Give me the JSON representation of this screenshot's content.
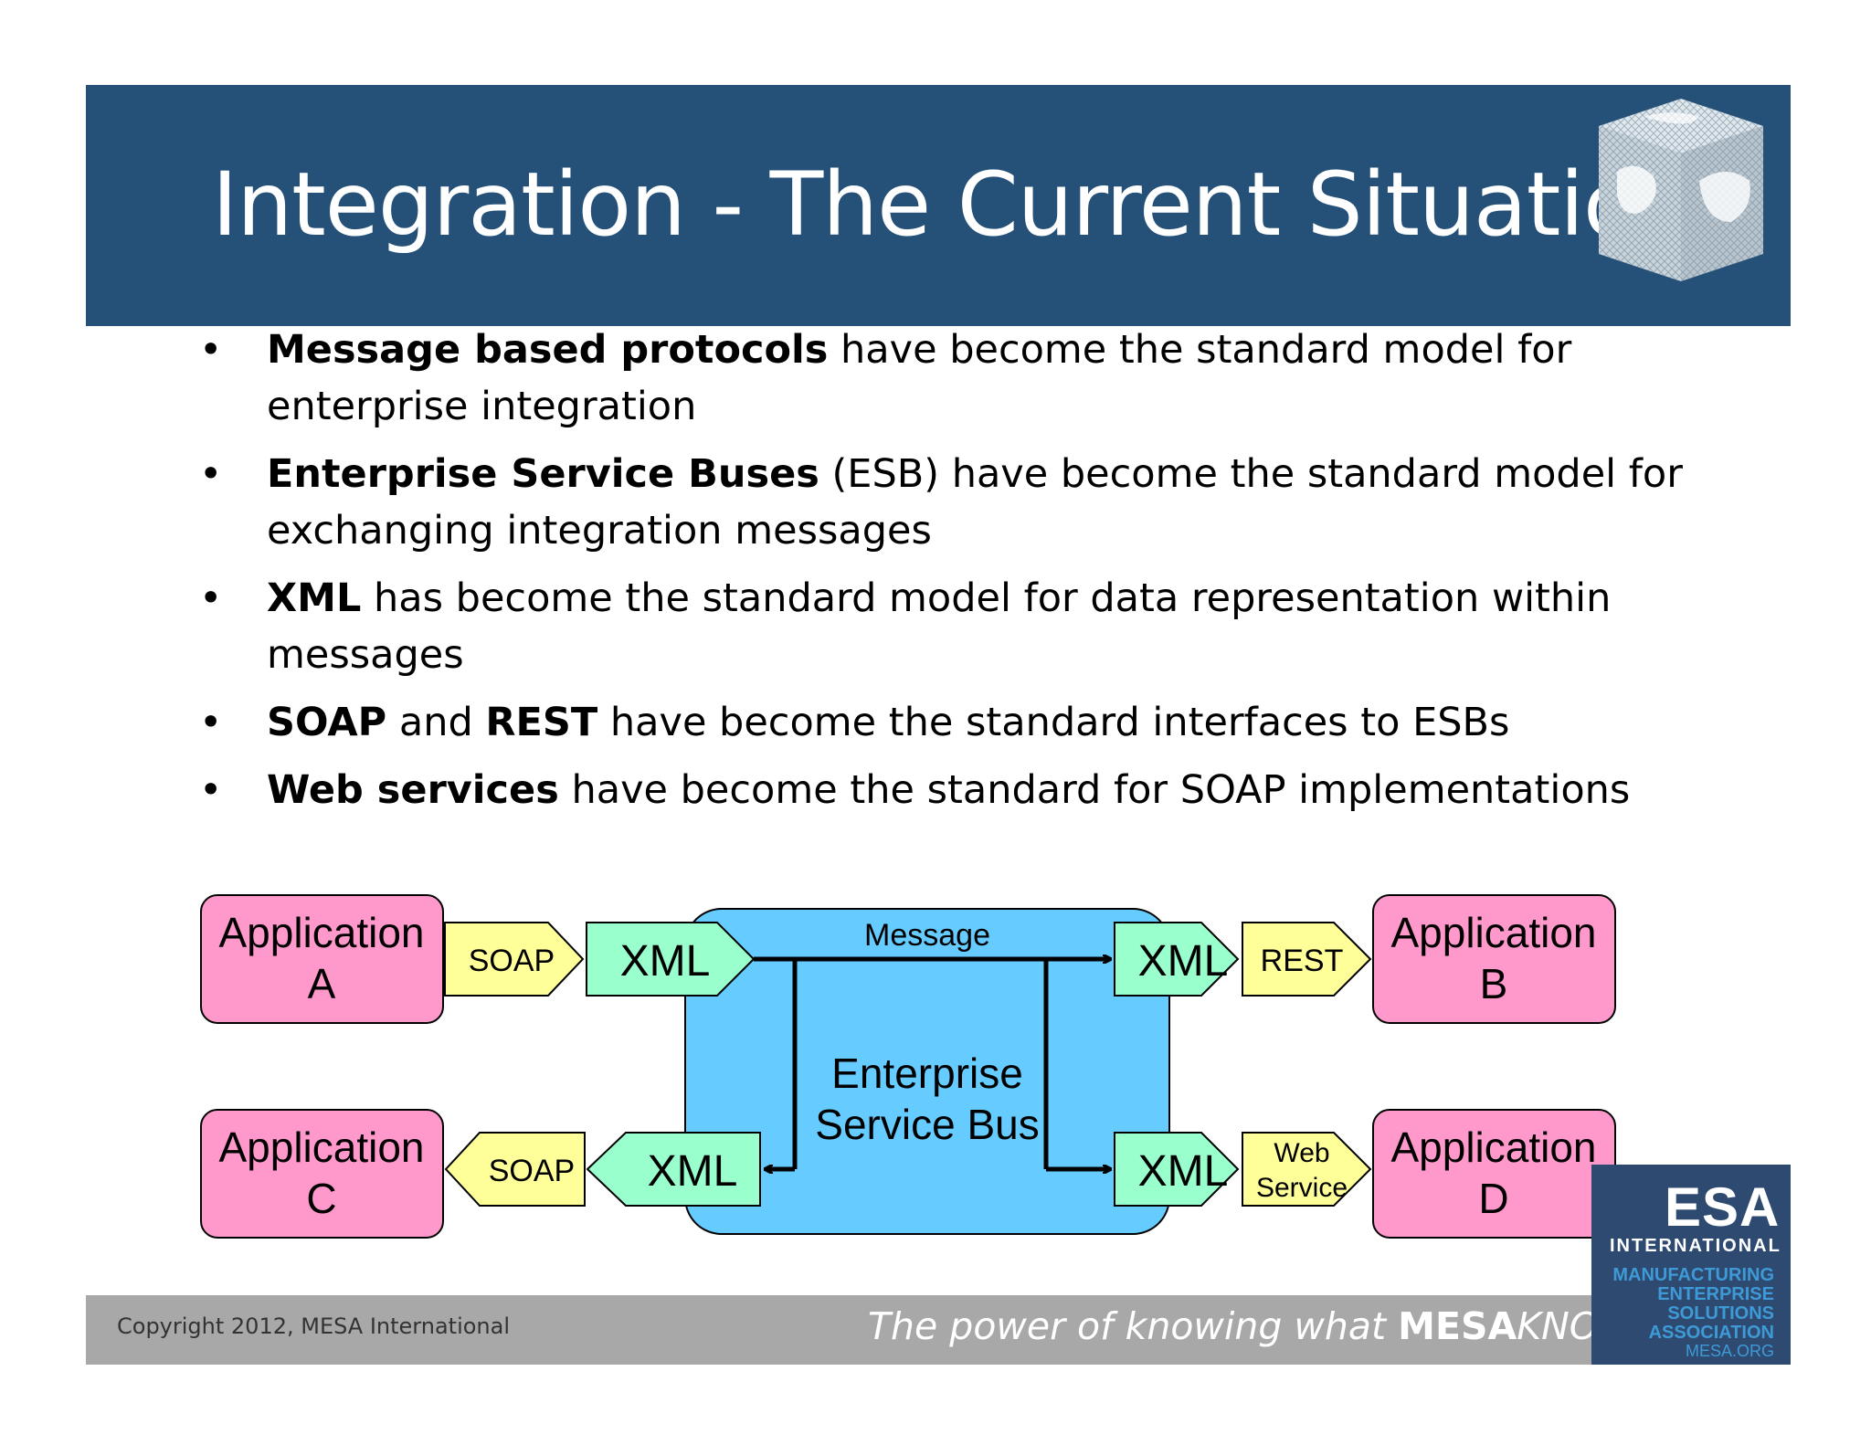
{
  "slide": {
    "title": "Integration - The Current Situation",
    "bullets": [
      {
        "bold": "Message based protocols",
        "rest": " have become the standard model for enterprise integration"
      },
      {
        "bold": "Enterprise Service Buses",
        "rest": " (ESB) have become the standard model for exchanging integration messages"
      },
      {
        "bold": "XML",
        "rest": " has become the standard model for data representation within messages"
      },
      {
        "bold": "SOAP",
        "mid": " and ",
        "bold2": "REST",
        "rest": " have become the standard interfaces to ESBs"
      },
      {
        "bold": "Web services",
        "rest": " have become the standard for SOAP implementations"
      }
    ],
    "bullet_glyph": "•"
  },
  "diagram": {
    "apps": {
      "a": {
        "line1": "Application",
        "line2": "A"
      },
      "b": {
        "line1": "Application",
        "line2": "B"
      },
      "c": {
        "line1": "Application",
        "line2": "C"
      },
      "d": {
        "line1": "Application",
        "line2": "D"
      }
    },
    "protocols": {
      "a": "SOAP",
      "b": "REST",
      "c": "SOAP",
      "d_line1": "Web",
      "d_line2": "Service"
    },
    "xml_label": "XML",
    "message_label": "Message",
    "bus_line1": "Enterprise",
    "bus_line2": "Service Bus",
    "colors": {
      "application": "#ff99cc",
      "protocol": "#ffff99",
      "xml": "#99ffcc",
      "bus": "#66ccff"
    }
  },
  "footer": {
    "copyright": "Copyright 2012, MESA International",
    "tagline_prefix": "The power of knowing what ",
    "tagline_brand": "MESA",
    "tagline_suffix": "KNOWS"
  },
  "logo": {
    "letters": "ESA",
    "international": "INTERNATIONAL",
    "lines": [
      "MANUFACTURING",
      "ENTERPRISE",
      "SOLUTIONS",
      "ASSOCIATION",
      "MESA.ORG"
    ]
  },
  "theme": {
    "title_bar": "#255179",
    "footer_bar": "#a8a8a8"
  }
}
